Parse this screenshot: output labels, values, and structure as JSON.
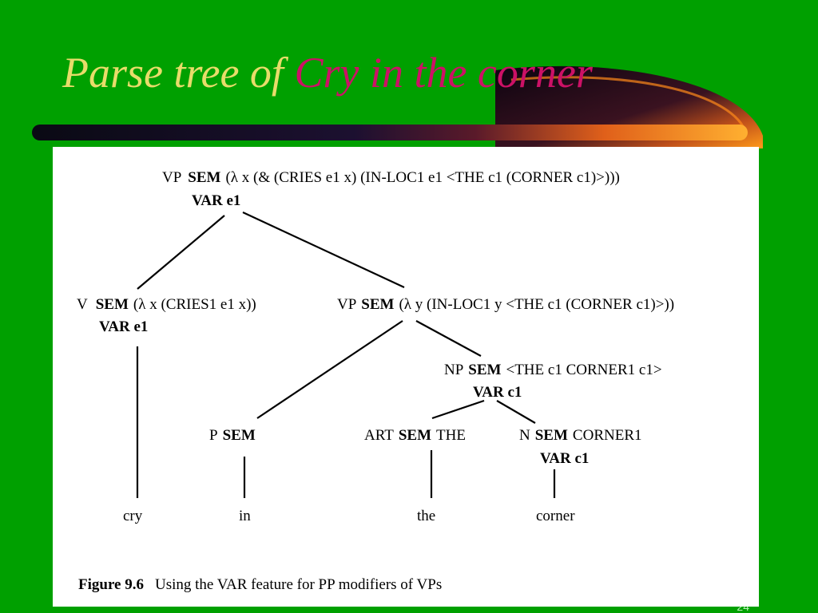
{
  "slide": {
    "title_prefix": "Parse tree of ",
    "title_emphasis": "Cry in the corner",
    "page_number": "24",
    "colors": {
      "background": "#00a000",
      "title": "#e8dc6a",
      "title_emphasis": "#cc1166",
      "swoosh_dark": "#1a0a1e",
      "swoosh_orange": "#ff9a1a"
    }
  },
  "tree": {
    "root": {
      "cat": "VP",
      "sem_label": "SEM",
      "sem_value": "(λ x (& (CRIES e1 x) (IN-LOC1 e1 <THE c1 (CORNER c1)>)))",
      "var": "VAR e1"
    },
    "verb": {
      "cat": "V",
      "sem_label": "SEM",
      "sem_value": "(λ x (CRIES1 e1 x))",
      "var": "VAR e1"
    },
    "pp_vp": {
      "cat": "VP",
      "sem_label": "SEM",
      "sem_value": "(λ y (IN-LOC1 y <THE c1 (CORNER c1)>))"
    },
    "np": {
      "cat": "NP",
      "sem_label": "SEM",
      "sem_value": "<THE c1 CORNER1 c1>",
      "var": "VAR c1"
    },
    "prep": {
      "cat": "P",
      "sem_label": "SEM"
    },
    "art": {
      "cat": "ART",
      "sem_label": "SEM",
      "sem_value": "THE"
    },
    "noun": {
      "cat": "N",
      "sem_label": "SEM",
      "sem_value": "CORNER1",
      "var": "VAR c1"
    },
    "words": [
      "cry",
      "in",
      "the",
      "corner"
    ]
  },
  "caption": {
    "label": "Figure 9.6",
    "text": "Using the VAR feature for PP modifiers of VPs"
  }
}
